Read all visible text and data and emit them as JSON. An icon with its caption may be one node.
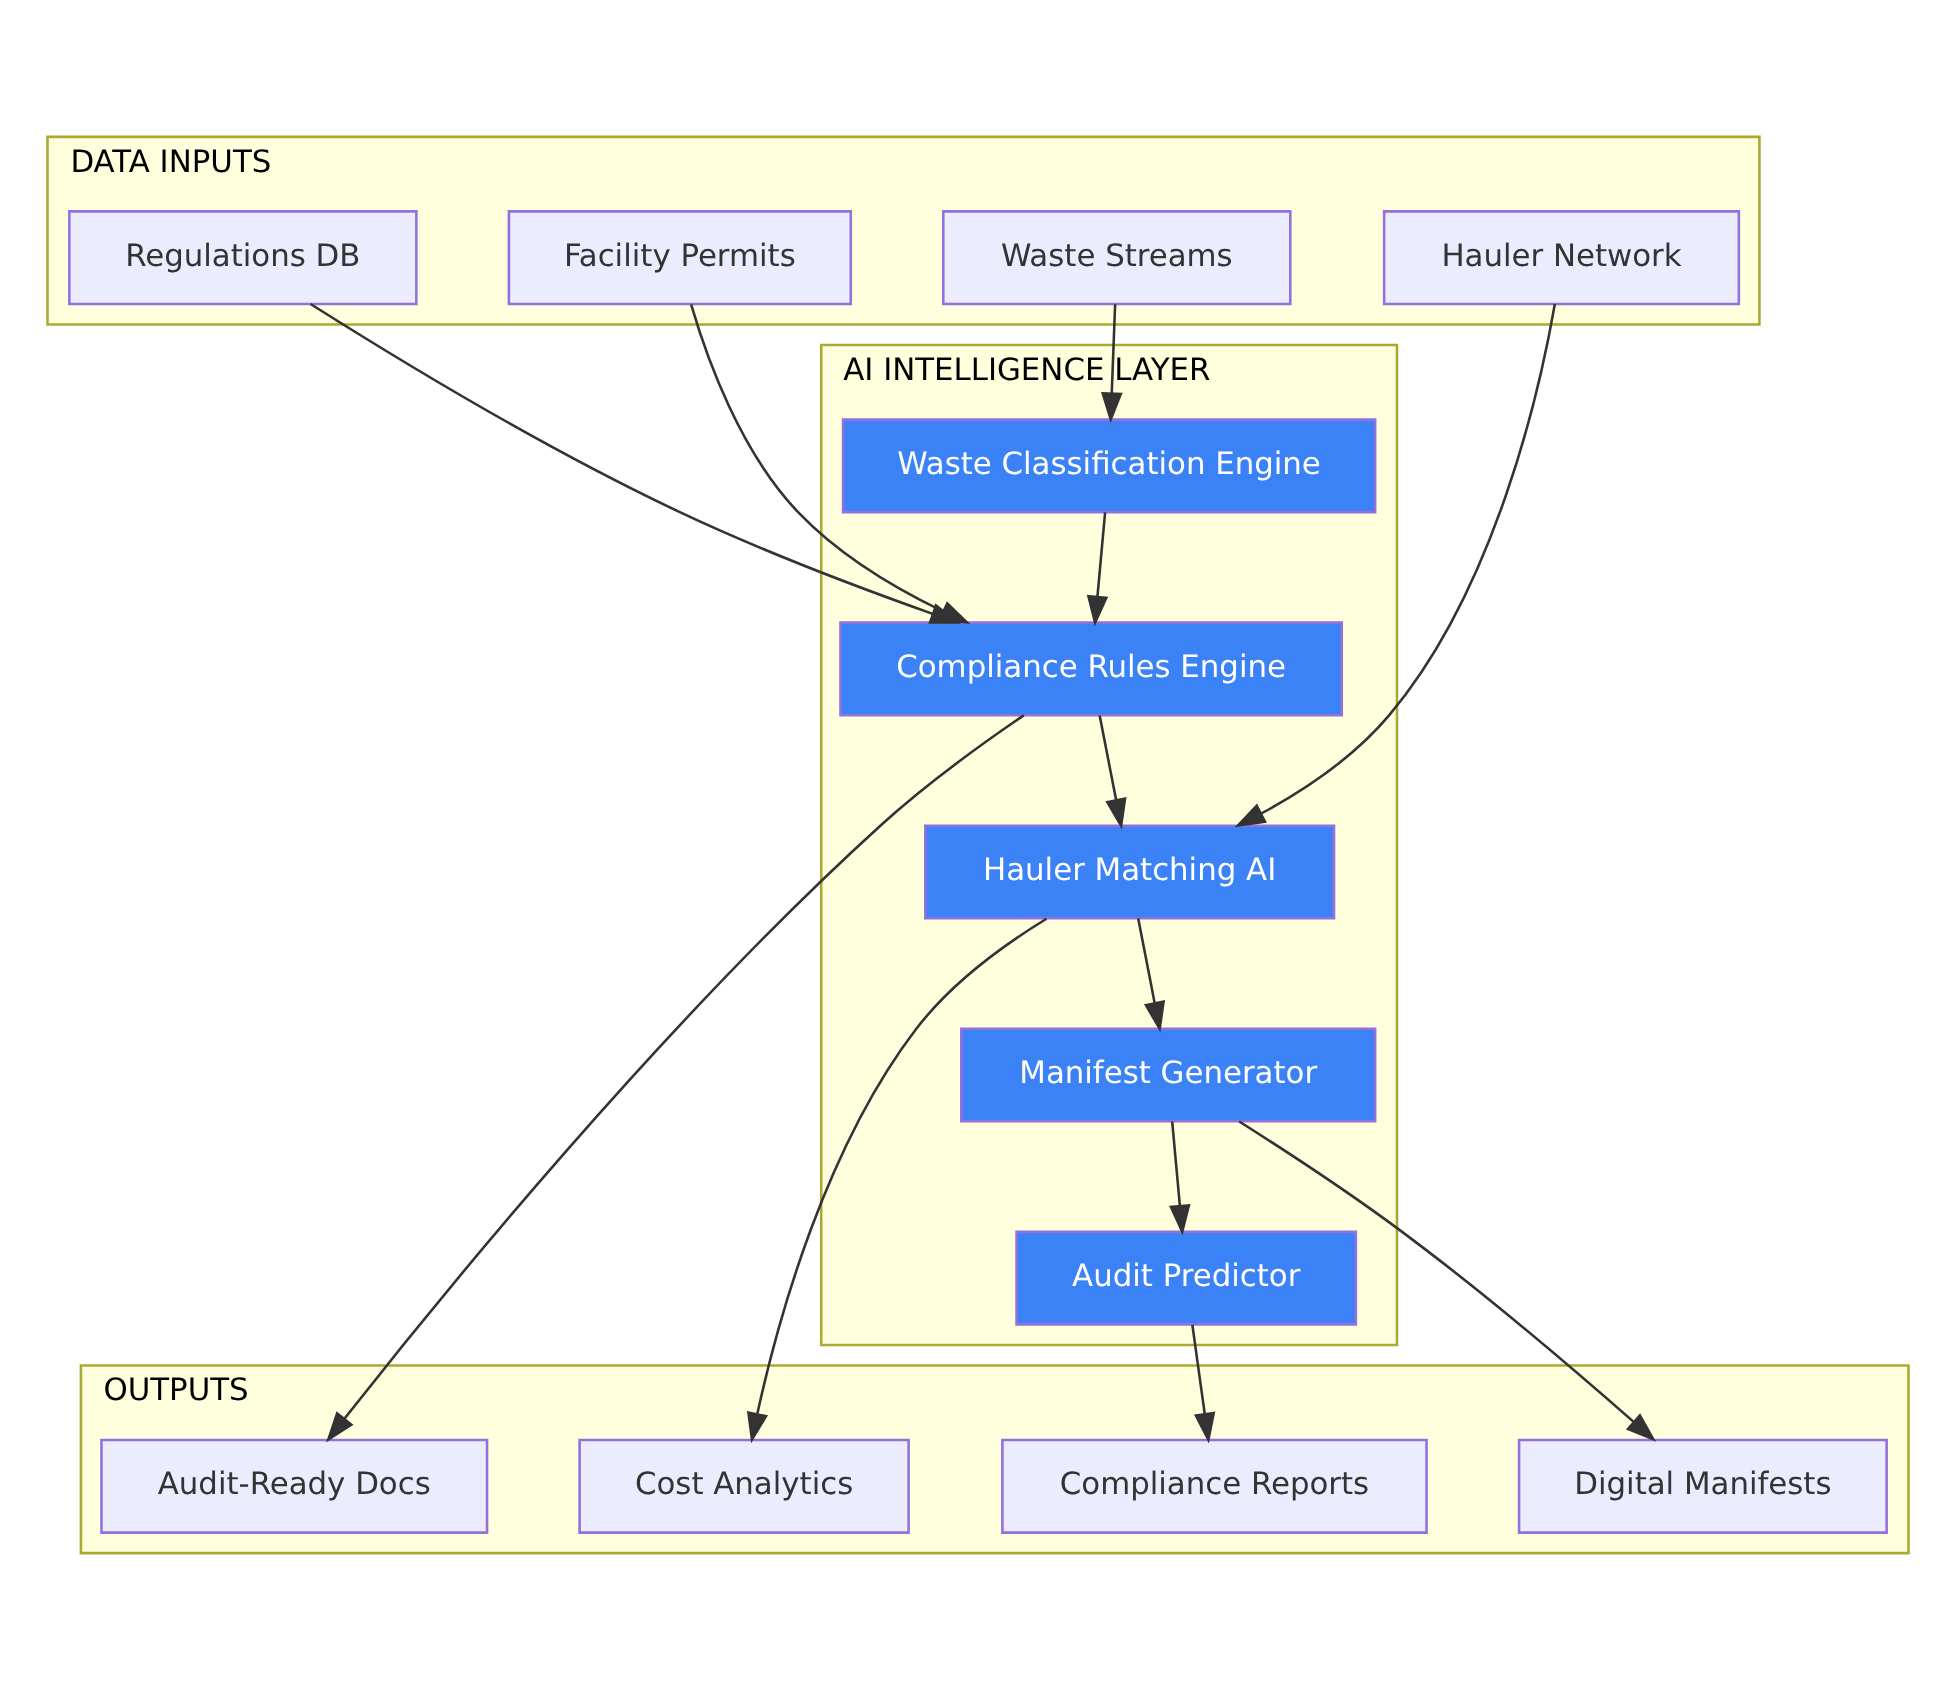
{
  "diagram": {
    "nodes": [
      {
        "text": [
          "DATA INPUTS"
        ]
      },
      {
        "text": [
          "Hauler Network"
        ],
        "in": 0
      },
      {
        "text": [
          "Regulations DB"
        ],
        "in": 0
      },
      {
        "text": [
          "Facility Permits"
        ],
        "in": 0
      },
      {
        "text": [
          "Waste Streams"
        ],
        "in": 0
      },
      {
        "text": [
          "AI INTELLIGENCE LAYER"
        ]
      },
      {
        "text": [
          "Waste Classification Engine"
        ],
        "in": 5
      },
      {
        "text": [
          "Compliance Rules Engine"
        ],
        "in": 5
      },
      {
        "text": [
          "Hauler Matching AI"
        ],
        "in": 5
      },
      {
        "text": [
          "Manifest Generator"
        ],
        "in": 5
      },
      {
        "text": [
          "Audit Predictor"
        ],
        "in": 5
      },
      {
        "text": [
          "OUTPUTS"
        ]
      },
      {
        "text": [
          "Digital Manifests"
        ],
        "in": 11
      },
      {
        "text": [
          "Compliance Reports"
        ],
        "in": 11
      },
      {
        "text": [
          "Audit-Ready Docs"
        ],
        "in": 11
      },
      {
        "text": [
          "Cost Analytics"
        ],
        "in": 11
      }
    ],
    "edges": [
      {
        "from": 4,
        "to": 6,
        "arrow": "to"
      },
      {
        "from": 2,
        "to": 7,
        "arrow": "to"
      },
      {
        "from": 3,
        "to": 7,
        "arrow": "to"
      },
      {
        "from": 6,
        "to": 7,
        "arrow": "to"
      },
      {
        "from": 1,
        "to": 8,
        "arrow": "to"
      },
      {
        "from": 7,
        "to": 8,
        "arrow": "to"
      },
      {
        "from": 8,
        "to": 9,
        "arrow": "to"
      },
      {
        "from": 9,
        "to": 10,
        "arrow": "to"
      },
      {
        "from": 9,
        "to": 12,
        "arrow": "to"
      },
      {
        "from": 10,
        "to": 13,
        "arrow": "to"
      },
      {
        "from": 7,
        "to": 14,
        "arrow": "to"
      },
      {
        "from": 8,
        "to": 15,
        "arrow": "to"
      }
    ]
  }
}
